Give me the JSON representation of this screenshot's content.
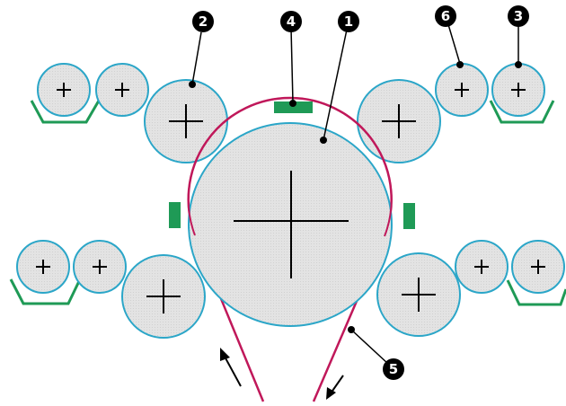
{
  "diagram": {
    "colors": {
      "roller_fill": "#e3e3e3",
      "roller_stroke": "#2ba6c8",
      "web_line": "#c0185a",
      "green_part": "#1f9a56",
      "callout_fill": "#000000",
      "callout_text": "#ffffff",
      "arrow": "#000000",
      "background": "#ffffff"
    },
    "callouts": [
      {
        "id": "c1",
        "label": "1"
      },
      {
        "id": "c2",
        "label": "2"
      },
      {
        "id": "c3",
        "label": "3"
      },
      {
        "id": "c4",
        "label": "4"
      },
      {
        "id": "c5",
        "label": "5"
      },
      {
        "id": "c6",
        "label": "6"
      }
    ],
    "arrows": [
      {
        "id": "arrow-in",
        "direction": "up-left"
      },
      {
        "id": "arrow-out",
        "direction": "down-left"
      }
    ]
  }
}
